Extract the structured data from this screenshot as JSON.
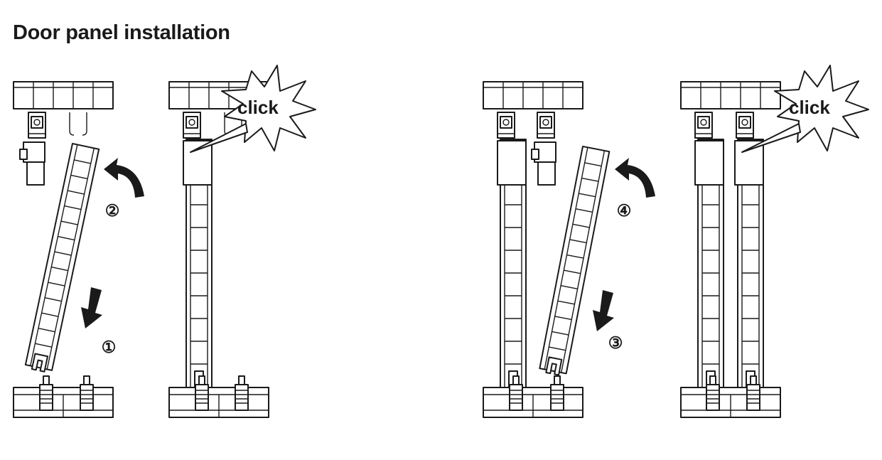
{
  "title": "Door panel installation",
  "click_label": "click",
  "steps": [
    "1",
    "2",
    "3",
    "4"
  ],
  "step_glyphs": [
    "①",
    "②",
    "③",
    "④"
  ],
  "colors": {
    "ink": "#1a1a1a",
    "background": "#ffffff"
  }
}
